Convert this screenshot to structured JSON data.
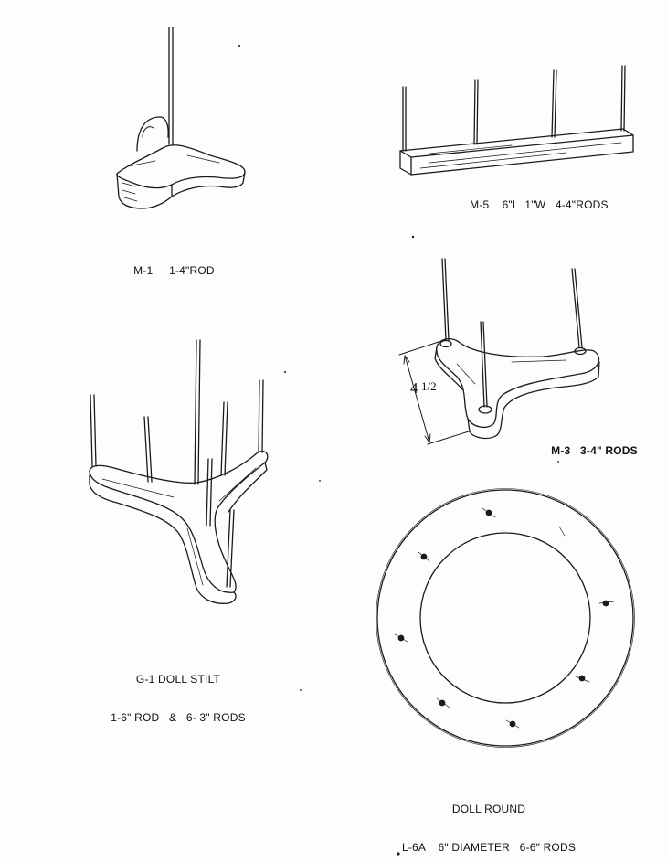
{
  "labels": {
    "m1": {
      "code": "M-1",
      "desc": "1-4\"ROD"
    },
    "m5": {
      "code": "M-5",
      "desc": "6\"L  1\"W   4-4\"RODS"
    },
    "m3": {
      "code": "M-3",
      "desc": "3-4\" RODS",
      "dimension_whole": "4",
      "dimension_frac": "1/2"
    },
    "g1": {
      "line1": "G-1 DOLL STILT",
      "line2": "1-6\" ROD   &   6- 3\" RODS"
    },
    "l6a": {
      "line1": "DOLL ROUND",
      "line2": "L-6A    6\" DIAMETER   6-6\" RODS"
    }
  },
  "colors": {
    "ink": "#1a1a1a",
    "paper": "#fdfdfd"
  }
}
